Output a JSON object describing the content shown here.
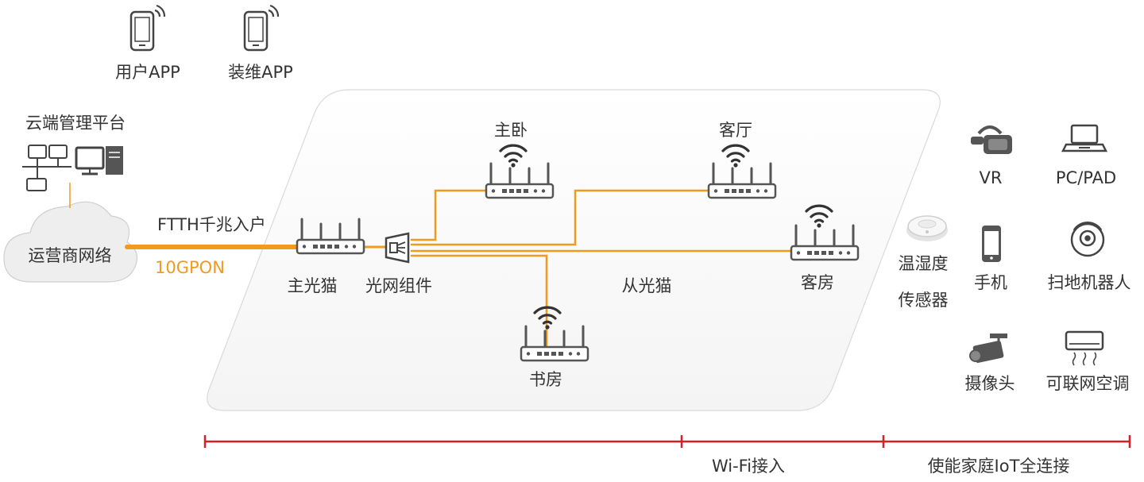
{
  "apps": {
    "user_app": "用户APP",
    "maint_app": "装维APP"
  },
  "cloud_platform": "云端管理平台",
  "operator_network": "运营商网络",
  "uplink": {
    "ftth": "FTTH千兆入户",
    "gpon": "10GPON"
  },
  "home": {
    "main_ont": "主光猫",
    "optical_component": "光网组件",
    "slave_ont": "从光猫",
    "rooms": {
      "master_bedroom": "主卧",
      "living_room": "客厅",
      "guest_room": "客房",
      "study": "书房"
    }
  },
  "devices": {
    "vr": "VR",
    "pc_pad": "PC/PAD",
    "sensor_line1": "温湿度",
    "sensor_line2": "传感器",
    "phone": "手机",
    "robot_vacuum": "扫地机器人",
    "camera": "摄像头",
    "air_conditioner": "可联网空调"
  },
  "bottom_bar": {
    "wifi_access": "Wi-Fi接入",
    "iot": "使能家庭IoT全连接"
  },
  "colors": {
    "fiber": "#f29a1c",
    "bracket": "#d42027",
    "icon": "#555555"
  }
}
